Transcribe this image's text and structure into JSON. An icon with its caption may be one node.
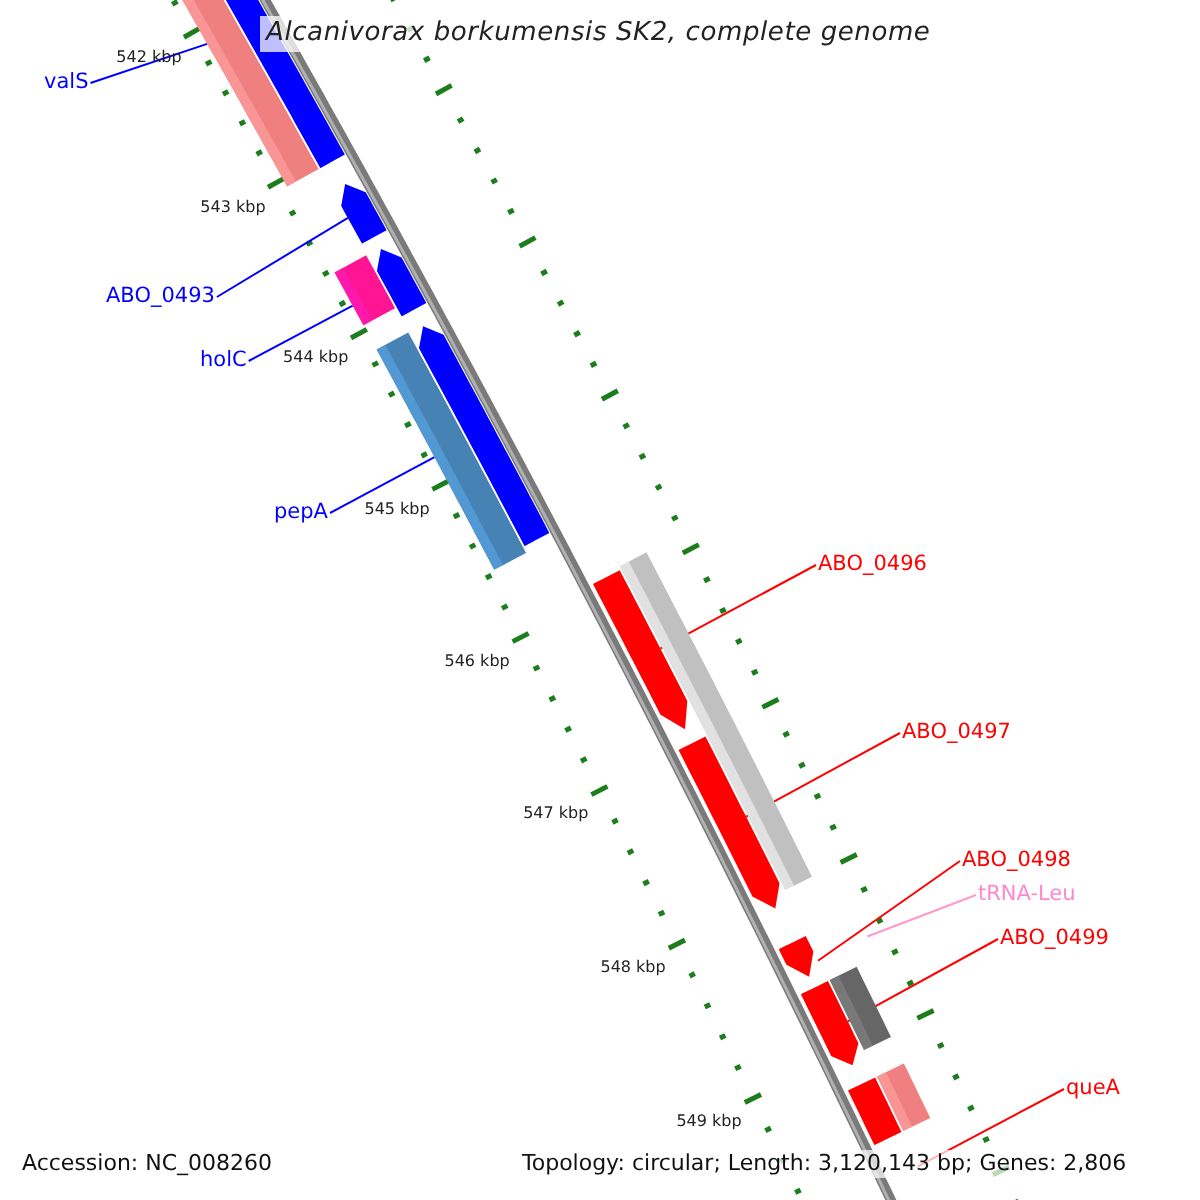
{
  "diagram": {
    "title": "Alcanivorax borkumensis SK2, complete genome",
    "nodes": [
      {
        "text": [
          "valS"
        ]
      },
      {
        "text": [
          "ABO_0493"
        ]
      },
      {
        "text": [
          "holC"
        ]
      },
      {
        "text": [
          "pepA"
        ]
      },
      {
        "text": [
          "ABO_0496"
        ]
      },
      {
        "text": [
          "ABO_0497"
        ]
      },
      {
        "text": [
          "ABO_0498"
        ]
      },
      {
        "text": [
          "tRNA-Leu"
        ]
      },
      {
        "text": [
          "ABO_0499"
        ]
      },
      {
        "text": [
          "queA"
        ]
      },
      {
        "text": [],
        "shape": "bar"
      },
      {
        "text": [],
        "shape": "arrow"
      },
      {
        "text": [],
        "shape": "arrow"
      },
      {
        "text": [],
        "shape": "bar"
      },
      {
        "text": [],
        "shape": "arrow"
      },
      {
        "text": [],
        "shape": "bar"
      },
      {
        "text": [],
        "shape": "arrow"
      },
      {
        "text": [],
        "shape": "bar"
      },
      {
        "text": [],
        "shape": "arrow"
      },
      {
        "text": [],
        "shape": "arrow"
      },
      {
        "text": [],
        "shape": "arrow"
      },
      {
        "text": [],
        "shape": "arrow"
      },
      {
        "text": [],
        "shape": "bar"
      },
      {
        "text": [],
        "shape": "arrow"
      },
      {
        "text": [],
        "shape": "bar"
      }
    ],
    "edges": [
      {
        "from": 0,
        "to": 10,
        "arrow": "none",
        "color": "#0000ff"
      },
      {
        "from": 1,
        "to": 12,
        "arrow": "none",
        "color": "#0000ff"
      },
      {
        "from": 2,
        "to": 13,
        "arrow": "none",
        "color": "#0000ff"
      },
      {
        "from": 3,
        "to": 15,
        "arrow": "none",
        "color": "#0000ff"
      },
      {
        "from": 4,
        "to": 18,
        "arrow": "none"
      },
      {
        "from": 5,
        "to": 19,
        "arrow": "none"
      },
      {
        "from": 6,
        "to": 20,
        "arrow": "none"
      },
      {
        "from": 7,
        "to": null,
        "arrow": "none",
        "color": "#ff99cc"
      },
      {
        "from": 8,
        "to": 21,
        "arrow": "none"
      },
      {
        "from": 9,
        "to": 23,
        "arrow": "none"
      }
    ],
    "labels": [
      "542 kbp",
      "543 kbp",
      "544 kbp",
      "545 kbp",
      "546 kbp",
      "547 kbp",
      "548 kbp",
      "549 kbp",
      "Accession: NC_008260",
      "Topology: circular; Length: 3,120,143 bp; Genes: 2,806"
    ]
  }
}
